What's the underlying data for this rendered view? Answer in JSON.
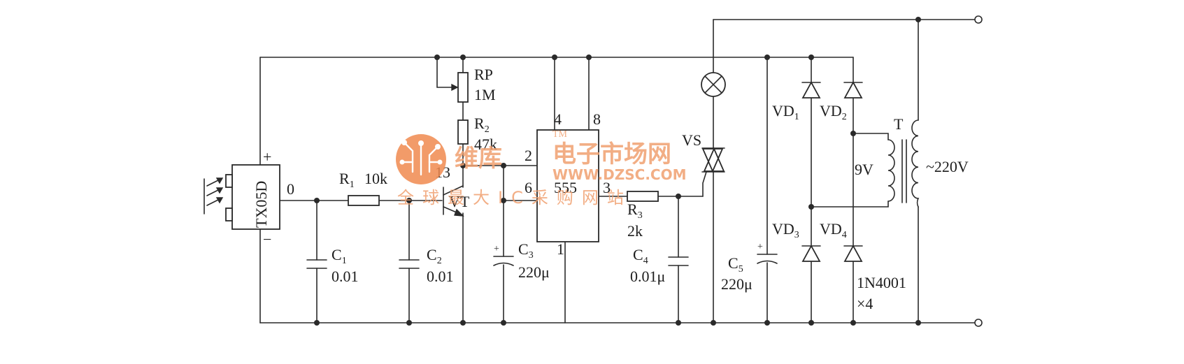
{
  "sensor": {
    "name": "TX05D",
    "plus": "+",
    "minus": "−",
    "out_pin": "0"
  },
  "r1": {
    "name": "R",
    "sub": "1",
    "value": "10k"
  },
  "rp": {
    "name": "RP",
    "value": "1M"
  },
  "r2": {
    "name": "R",
    "sub": "2",
    "value": "47k"
  },
  "vt": {
    "name": "VT",
    "pin": "13"
  },
  "c1": {
    "name": "C",
    "sub": "1",
    "value": "0.01"
  },
  "c2": {
    "name": "C",
    "sub": "2",
    "value": "0.01"
  },
  "c3": {
    "name": "C",
    "sub": "3",
    "value": "220μ",
    "plus": "+"
  },
  "ic": {
    "name": "555",
    "pin4": "4",
    "pin8": "8",
    "pin2": "2",
    "pin6": "6",
    "pin3": "3",
    "pin1": "1"
  },
  "r3": {
    "name": "R",
    "sub": "3",
    "value": "2k"
  },
  "c4": {
    "name": "C",
    "sub": "4",
    "value": "0.01μ"
  },
  "vs": {
    "name": "VS"
  },
  "c5": {
    "name": "C",
    "sub": "5",
    "value": "220μ",
    "plus": "+"
  },
  "vd1": {
    "name": "VD",
    "sub": "1"
  },
  "vd2": {
    "name": "VD",
    "sub": "2"
  },
  "vd3": {
    "name": "VD",
    "sub": "3"
  },
  "vd4": {
    "name": "VD",
    "sub": "4"
  },
  "diode_type": {
    "value": "1N4001",
    "qty": "×4"
  },
  "transformer": {
    "name": "T",
    "secondary": "9V",
    "primary": "~220V"
  },
  "watermark": {
    "brand": "维库",
    "title": "电子市场网",
    "url": "WWW.DZSC.COM",
    "tagline": "全球最大IC采购网站",
    "tm": "TM"
  },
  "colors": {
    "ink": "#2a2a2a",
    "watermark": "#f0a070",
    "logo": "#f08a50"
  }
}
